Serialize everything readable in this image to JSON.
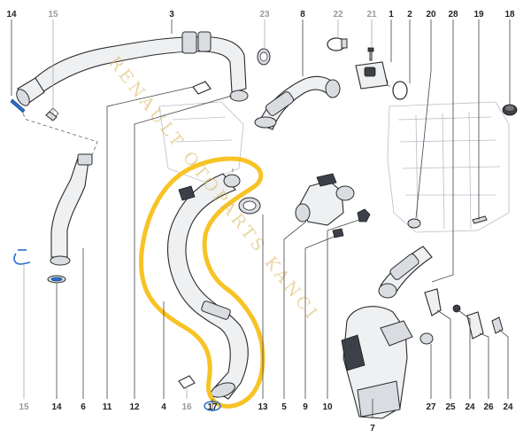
{
  "diagram": {
    "watermark": "RENAULT OTOPARTS KANCI",
    "accent_color": "#f7c325",
    "top_labels": [
      {
        "id": "14",
        "grey": false
      },
      {
        "id": "15",
        "grey": true
      },
      {
        "id": "3",
        "grey": false
      },
      {
        "id": "23",
        "grey": true
      },
      {
        "id": "8",
        "grey": false
      },
      {
        "id": "22",
        "grey": true
      },
      {
        "id": "21",
        "grey": true
      },
      {
        "id": "1",
        "grey": false
      },
      {
        "id": "2",
        "grey": false
      },
      {
        "id": "20",
        "grey": false
      },
      {
        "id": "28",
        "grey": false
      },
      {
        "id": "19",
        "grey": false
      },
      {
        "id": "18",
        "grey": false
      }
    ],
    "bottom_labels": [
      {
        "id": "15",
        "grey": true
      },
      {
        "id": "14",
        "grey": false
      },
      {
        "id": "6",
        "grey": false
      },
      {
        "id": "11",
        "grey": false
      },
      {
        "id": "12",
        "grey": false
      },
      {
        "id": "4",
        "grey": false
      },
      {
        "id": "16",
        "grey": true
      },
      {
        "id": "17",
        "grey": false
      },
      {
        "id": "13",
        "grey": false
      },
      {
        "id": "5",
        "grey": false
      },
      {
        "id": "9",
        "grey": false
      },
      {
        "id": "10",
        "grey": false
      },
      {
        "id": "7",
        "grey": false
      },
      {
        "id": "27",
        "grey": false
      },
      {
        "id": "25",
        "grey": false
      },
      {
        "id": "24",
        "grey": false
      },
      {
        "id": "26",
        "grey": false
      },
      {
        "id": "24",
        "grey": false
      }
    ]
  }
}
